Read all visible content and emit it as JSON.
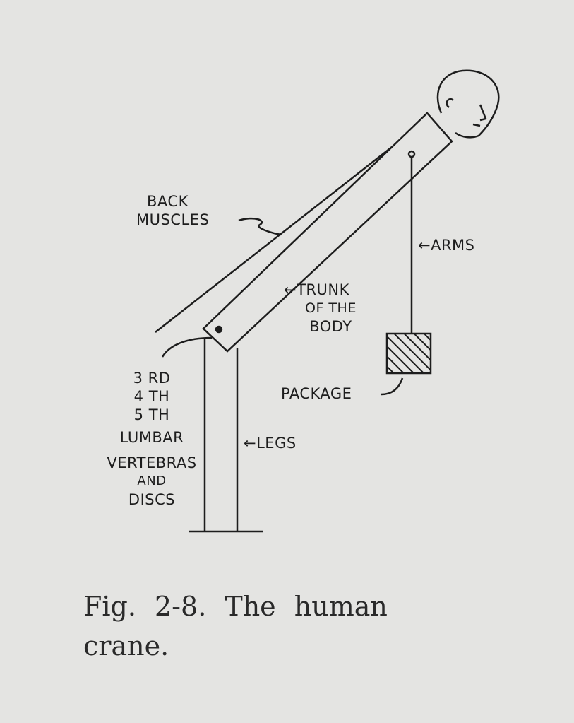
{
  "labels": {
    "back_muscles": [
      "BACK",
      "MUSCLES"
    ],
    "arms": "←ARMS",
    "trunk": [
      "←TRUNK",
      "OF THE",
      "BODY"
    ],
    "vertebrae": [
      "3 RD",
      "4 TH",
      "5 TH",
      "LUMBAR",
      "VERTEBRAS",
      "AND",
      "DISCS"
    ],
    "legs": "←LEGS",
    "package": "PACKAGE"
  },
  "caption": [
    "Fig. 2-8. The human",
    "crane."
  ]
}
